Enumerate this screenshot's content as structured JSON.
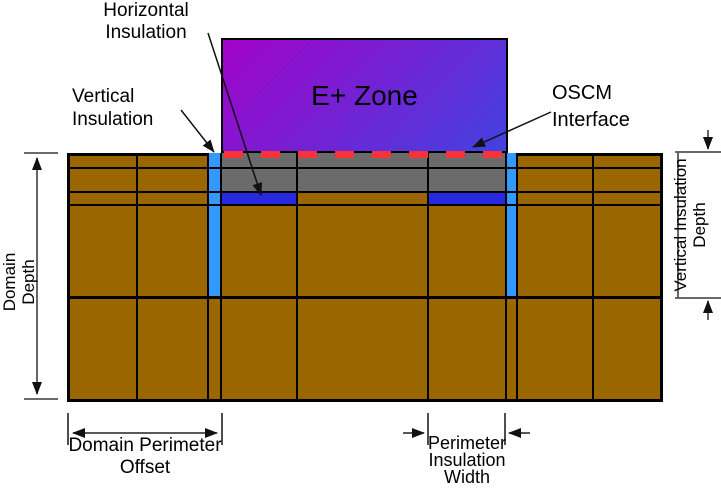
{
  "labels": {
    "horizontal_insulation": "Horizontal Insulation",
    "vertical_insulation": "Vertical Insulation",
    "oscm_interface": "OSCM Interface",
    "zone": "E+ Zone",
    "domain_depth": "Domain Depth",
    "vertical_insulation_depth": "Vertical Insulation Depth",
    "domain_perimeter_offset": "Domain Perimeter Offset",
    "perimeter_insulation_width": "Perimeter Insulation Width"
  },
  "colors": {
    "ground": "#996600",
    "slab": "#6B6B6B",
    "vertical_insulation": "#3399FF",
    "horizontal_insulation": "#2828E0",
    "oscm_dash": "#F73239",
    "zone_gradient_start": "#A203C8",
    "zone_gradient_end": "#4242E1"
  }
}
